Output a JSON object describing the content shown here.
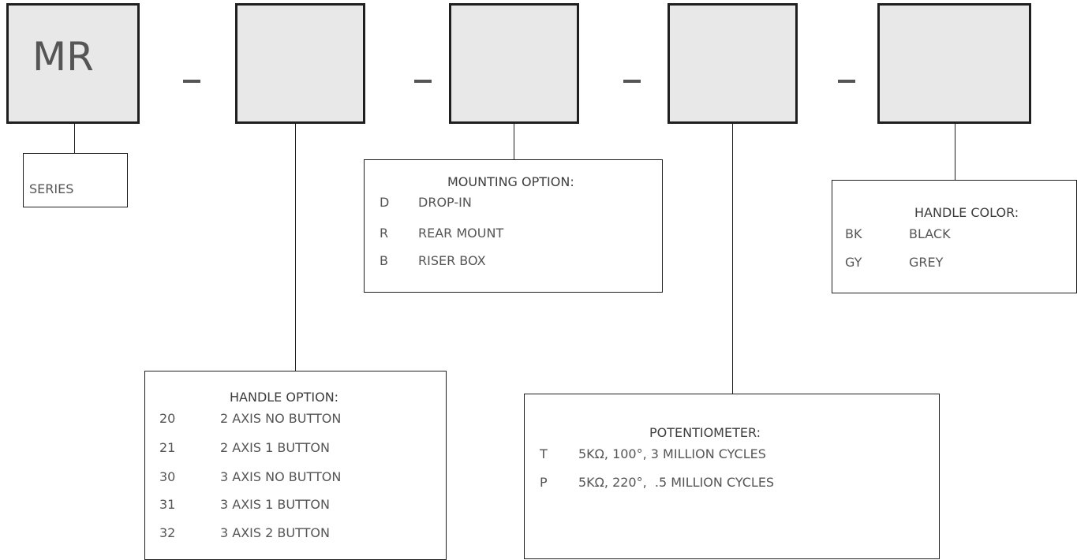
{
  "prefix": "MR",
  "separator": "-",
  "series": {
    "label": "SERIES"
  },
  "handle_option": {
    "title": "HANDLE OPTION:",
    "items": [
      {
        "code": "20",
        "desc": "2 AXIS NO BUTTON"
      },
      {
        "code": "21",
        "desc": "2 AXIS 1 BUTTON"
      },
      {
        "code": "30",
        "desc": "3 AXIS NO BUTTON"
      },
      {
        "code": "31",
        "desc": "3 AXIS 1 BUTTON"
      },
      {
        "code": "32",
        "desc": "3 AXIS 2 BUTTON"
      }
    ]
  },
  "mounting_option": {
    "title": "MOUNTING OPTION:",
    "items": [
      {
        "code": "D",
        "desc": "DROP-IN"
      },
      {
        "code": "R",
        "desc": "REAR MOUNT"
      },
      {
        "code": "B",
        "desc": "RISER BOX"
      }
    ]
  },
  "potentiometer": {
    "title": "POTENTIOMETER:",
    "items": [
      {
        "code": "T",
        "desc": "5KΩ, 100°, 3 MILLION CYCLES"
      },
      {
        "code": "P",
        "desc": "5KΩ, 220°,  .5 MILLION CYCLES"
      }
    ]
  },
  "handle_color": {
    "title": "HANDLE COLOR:",
    "items": [
      {
        "code": "BK",
        "desc": "BLACK"
      },
      {
        "code": "GY",
        "desc": "GREY"
      }
    ]
  },
  "colors": {
    "code_box_fill": "#e8e8e8",
    "border": "#1f1f1f",
    "text": "#555555"
  }
}
